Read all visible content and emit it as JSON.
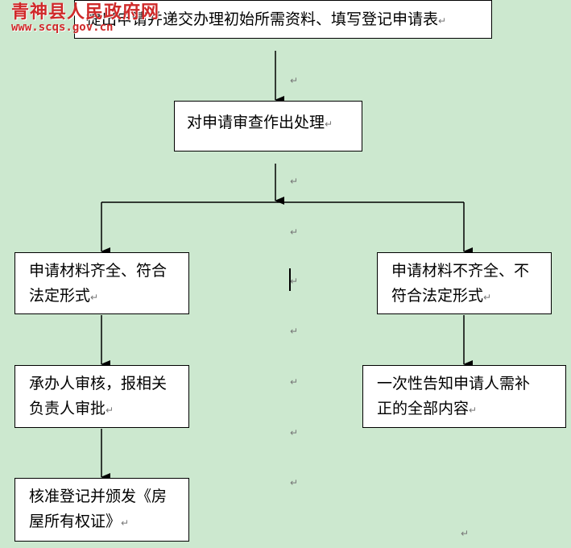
{
  "watermark": {
    "line1": "青神县人民政府网",
    "line2": "www.scqs.gov.cn"
  },
  "paragraph_mark": "↵",
  "steps": {
    "submit": "提出申请并递交办理初始所需资料、填写登记申请表",
    "review": "对申请审查作出处理",
    "complete_line1": "申请材料齐全、符合",
    "complete_line2": "法定形式",
    "incomplete_line1": "申请材料不齐全、不",
    "incomplete_line2": "符合法定形式",
    "approve_line1": "承办人审核，报相关",
    "approve_line2": "负责人审批",
    "issue_line1": "核准登记并颁发《房",
    "issue_line2": "屋所有权证》",
    "notify_line1": "一次性告知申请人需补",
    "notify_line2": "正的全部内容"
  },
  "colors": {
    "background": "#cce8cf",
    "watermark": "#cf2a2a"
  }
}
